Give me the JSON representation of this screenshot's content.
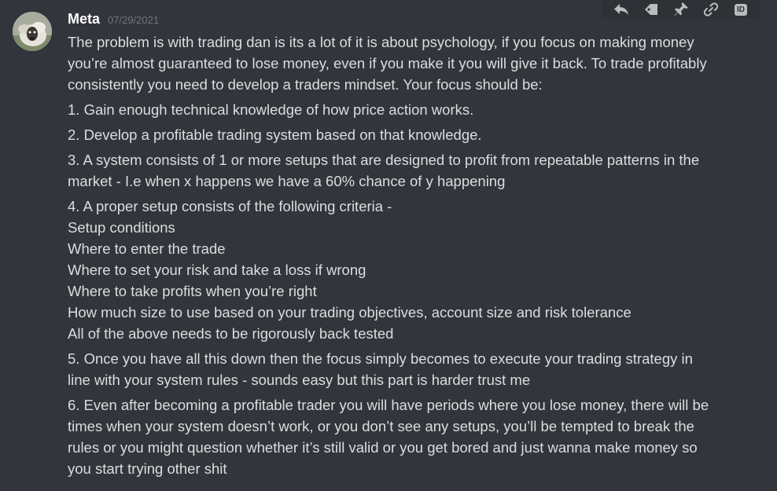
{
  "message": {
    "author": "Meta",
    "timestamp": "07/29/2021",
    "paragraphs": [
      {
        "lines": [
          "The problem is with trading dan is its a lot of it is about psychology, if you focus on making money",
          "you’re almost guaranteed to lose money, even if you make it you will give it back. To trade profitably",
          "consistently you need to develop a traders mindset. Your focus should be:"
        ]
      },
      {
        "lines": [
          "1. Gain enough technical knowledge of how price action works."
        ]
      },
      {
        "lines": [
          "2. Develop a profitable trading system based on that knowledge."
        ]
      },
      {
        "lines": [
          "3. A system consists of 1 or more setups that are designed to profit from repeatable patterns in the",
          "market - I.e when x happens we have a 60% chance of y happening"
        ]
      },
      {
        "lines": [
          "4. A proper setup consists of the following criteria -",
          "Setup conditions",
          "Where to enter the trade",
          "Where to set your risk and take a loss if wrong",
          "Where to take profits when you’re right",
          "How much size to use based on your trading objectives, account size and risk tolerance",
          "All of the above needs to be rigorously back tested"
        ]
      },
      {
        "lines": [
          "5. Once you have all this down then the focus simply becomes to execute your trading strategy in",
          "line with your system rules - sounds easy but this part is harder trust me"
        ]
      },
      {
        "lines": [
          "6. Even after becoming a profitable trader you will have periods where you lose money, there will be",
          "times when your system doesn’t work, or you don’t see any setups, you’ll be tempted to break the",
          "rules or you might question whether it’s still valid or you get bored and just wanna make money so",
          "you start trying other shit"
        ]
      }
    ]
  },
  "toolbar": {
    "icons": [
      "reply-icon",
      "bookmark-icon",
      "pin-icon",
      "link-icon",
      "id-icon"
    ],
    "id_label": "ID"
  },
  "colors": {
    "background": "#32353b",
    "text": "#dcddde",
    "author": "#ffffff",
    "timestamp": "#72767d",
    "toolbar_bg": "#2f3136",
    "icon": "#b9bbbe"
  }
}
